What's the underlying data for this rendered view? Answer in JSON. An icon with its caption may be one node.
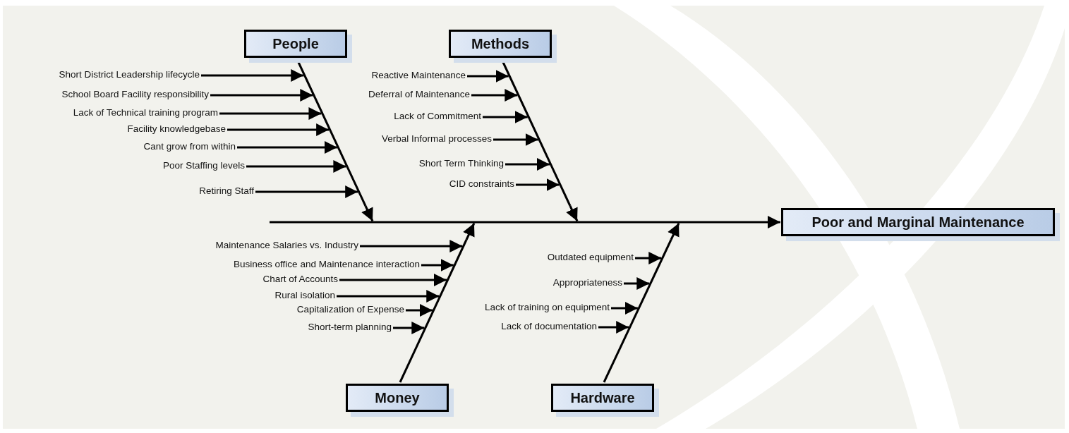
{
  "diagram": {
    "nodes": [
      {
        "text": [
          "People"
        ]
      },
      {
        "text": [
          "Short District Leadership lifecycle"
        ]
      },
      {
        "text": [
          "School Board Facility responsibility"
        ]
      },
      {
        "text": [
          "Lack of Technical training program"
        ]
      },
      {
        "text": [
          "Facility knowledgebase"
        ]
      },
      {
        "text": [
          "Cant grow from within"
        ]
      },
      {
        "text": [
          "Poor Staffing levels"
        ]
      },
      {
        "text": [
          "Retiring Staff"
        ]
      },
      {
        "text": [
          "Methods"
        ]
      },
      {
        "text": [
          "Reactive Maintenance"
        ]
      },
      {
        "text": [
          "Deferral of Maintenance"
        ]
      },
      {
        "text": [
          "Lack of Commitment"
        ]
      },
      {
        "text": [
          "Verbal Informal processes"
        ]
      },
      {
        "text": [
          "Short Term Thinking"
        ]
      },
      {
        "text": [
          "CID constraints"
        ]
      },
      {
        "text": [
          "Poor and Marginal Maintenance"
        ]
      },
      {
        "text": [
          "Maintenance Salaries vs. Industry"
        ]
      },
      {
        "text": [
          "Business office and Maintenance interaction"
        ]
      },
      {
        "text": [
          "Chart of Accounts"
        ]
      },
      {
        "text": [
          "Rural isolation"
        ]
      },
      {
        "text": [
          "Capitalization of Expense"
        ]
      },
      {
        "text": [
          "Short-term planning"
        ]
      },
      {
        "text": [
          "Outdated equipment"
        ]
      },
      {
        "text": [
          "Appropriateness"
        ]
      },
      {
        "text": [
          "Lack of training on equipment"
        ]
      },
      {
        "text": [
          "Lack of documentation"
        ]
      },
      {
        "text": [
          "Money"
        ]
      },
      {
        "text": [
          "Hardware"
        ]
      },
      {
        "text": [],
        "shape": "bar"
      },
      {
        "text": [],
        "shape": "bar"
      },
      {
        "text": [],
        "shape": "bar"
      },
      {
        "text": [],
        "shape": "bar"
      },
      {
        "text": [],
        "shape": "bar"
      }
    ],
    "edges": [
      {
        "from": 28,
        "to": 15,
        "arrow": "to"
      },
      {
        "from": 29,
        "to": 28,
        "arrow": "to"
      },
      {
        "from": 30,
        "to": 28,
        "arrow": "to"
      },
      {
        "from": 31,
        "to": 28,
        "arrow": "to"
      },
      {
        "from": 32,
        "to": 28,
        "arrow": "to"
      },
      {
        "from": 1,
        "to": 29,
        "arrow": "to"
      },
      {
        "from": 2,
        "to": 29,
        "arrow": "to"
      },
      {
        "from": 3,
        "to": 29,
        "arrow": "to"
      },
      {
        "from": 4,
        "to": 29,
        "arrow": "to"
      },
      {
        "from": 5,
        "to": 29,
        "arrow": "to"
      },
      {
        "from": 6,
        "to": 29,
        "arrow": "to"
      },
      {
        "from": 7,
        "to": 29,
        "arrow": "to"
      },
      {
        "from": 9,
        "to": 30,
        "arrow": "to"
      },
      {
        "from": 10,
        "to": 30,
        "arrow": "to"
      },
      {
        "from": 11,
        "to": 30,
        "arrow": "to"
      },
      {
        "from": 12,
        "to": 30,
        "arrow": "to"
      },
      {
        "from": 13,
        "to": 30,
        "arrow": "to"
      },
      {
        "from": 14,
        "to": 30,
        "arrow": "to"
      },
      {
        "from": 16,
        "to": 31,
        "arrow": "to"
      },
      {
        "from": 17,
        "to": 31,
        "arrow": "to"
      },
      {
        "from": 18,
        "to": 31,
        "arrow": "to"
      },
      {
        "from": 19,
        "to": 31,
        "arrow": "to"
      },
      {
        "from": 20,
        "to": 31,
        "arrow": "to"
      },
      {
        "from": 21,
        "to": 31,
        "arrow": "to"
      },
      {
        "from": 22,
        "to": 32,
        "arrow": "to"
      },
      {
        "from": 23,
        "to": 32,
        "arrow": "to"
      },
      {
        "from": 24,
        "to": 32,
        "arrow": "to"
      },
      {
        "from": 25,
        "to": 32,
        "arrow": "to"
      }
    ]
  }
}
